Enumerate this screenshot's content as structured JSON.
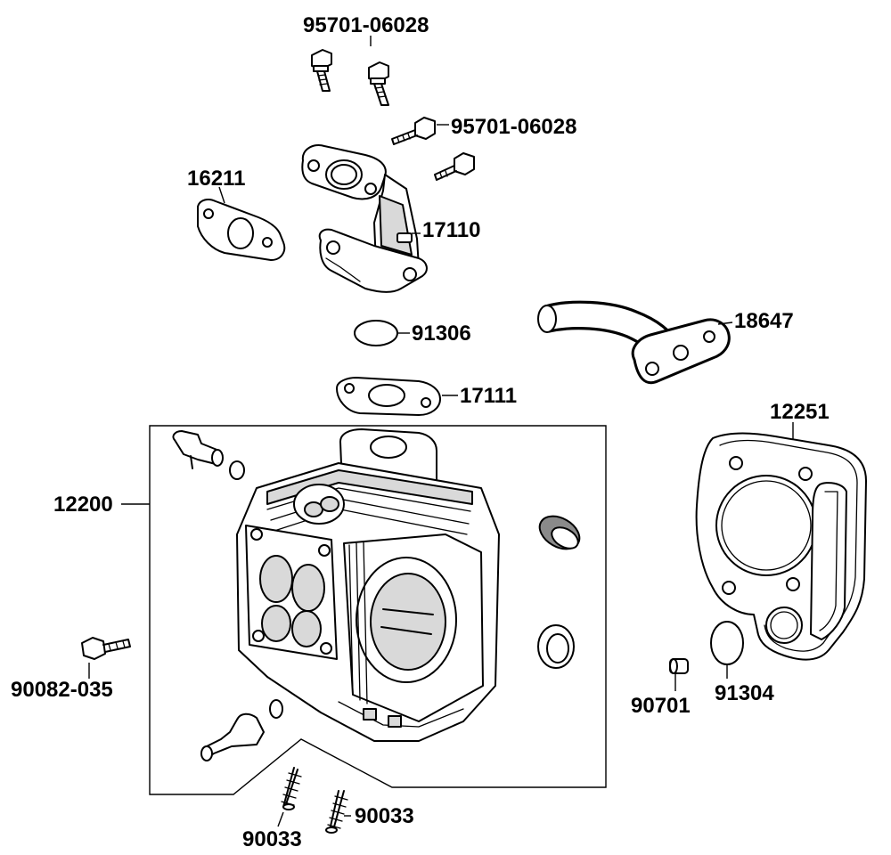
{
  "labels": {
    "bolt_pair_top": "95701-06028",
    "bolt_pair_side": "95701-06028",
    "gasket_left": "16211",
    "pin_manifold": "17110",
    "oring_upper": "91306",
    "pipe": "18647",
    "gasket_lower": "17111",
    "head_gasket": "12251",
    "cylinder_head": "12200",
    "bolt_left": "90082-035",
    "dowel": "90701",
    "oring_small": "91304",
    "spring_left": "90033",
    "spring_right": "90033"
  }
}
